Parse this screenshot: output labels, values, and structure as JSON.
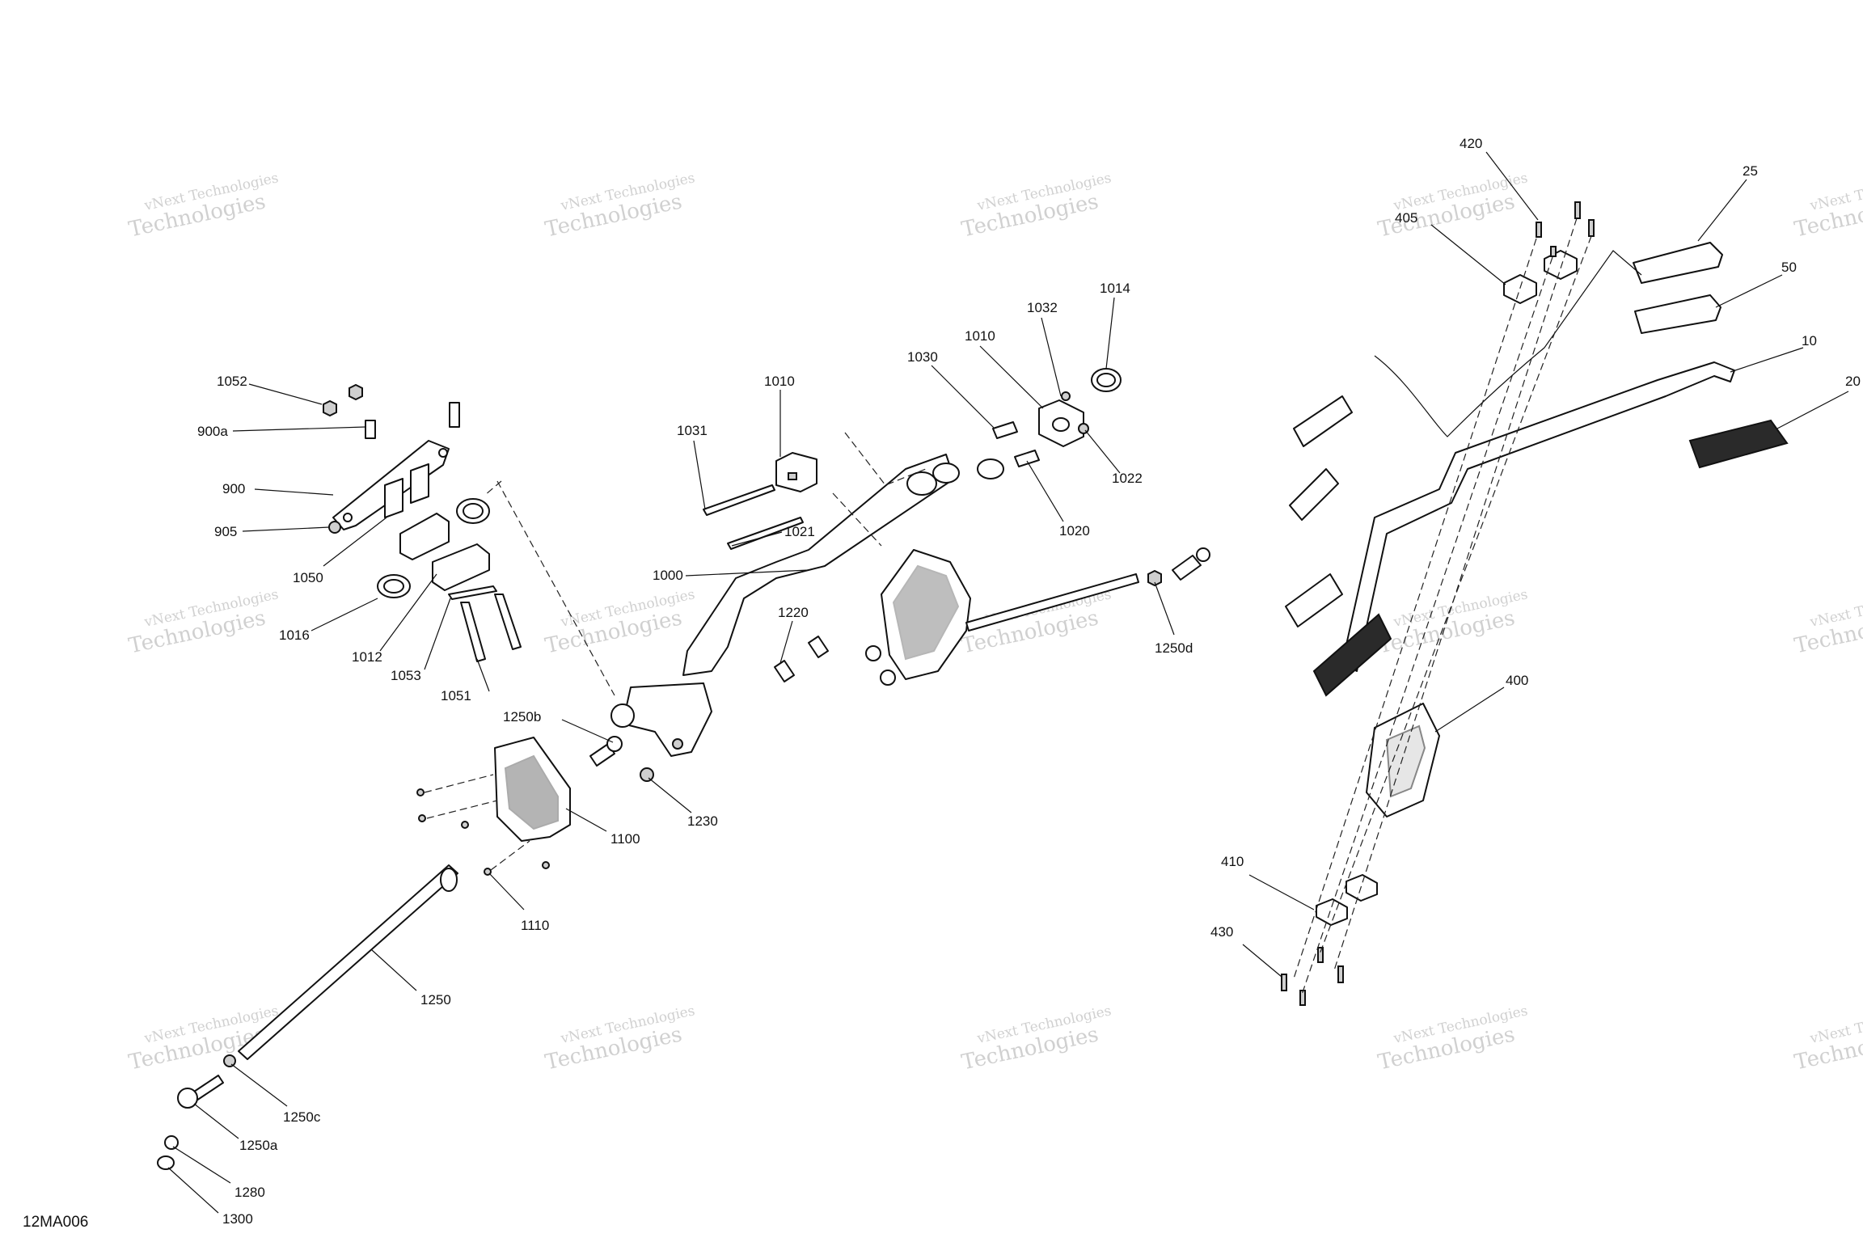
{
  "figure_code": "12MA006",
  "watermark": {
    "line1": "vNext Technologies",
    "line2": "vNext",
    "line3": "Technologies"
  },
  "callouts": [
    {
      "id": "1052",
      "label": "1052"
    },
    {
      "id": "900a",
      "label": "900a"
    },
    {
      "id": "900",
      "label": "900"
    },
    {
      "id": "905",
      "label": "905"
    },
    {
      "id": "1050",
      "label": "1050"
    },
    {
      "id": "1016",
      "label": "1016"
    },
    {
      "id": "1012",
      "label": "1012"
    },
    {
      "id": "1053",
      "label": "1053"
    },
    {
      "id": "1051",
      "label": "1051"
    },
    {
      "id": "1031",
      "label": "1031"
    },
    {
      "id": "1010a",
      "label": "1010"
    },
    {
      "id": "1021",
      "label": "1021"
    },
    {
      "id": "1000",
      "label": "1000"
    },
    {
      "id": "1030",
      "label": "1030"
    },
    {
      "id": "1010b",
      "label": "1010"
    },
    {
      "id": "1032",
      "label": "1032"
    },
    {
      "id": "1014",
      "label": "1014"
    },
    {
      "id": "1022",
      "label": "1022"
    },
    {
      "id": "1020",
      "label": "1020"
    },
    {
      "id": "1220",
      "label": "1220"
    },
    {
      "id": "1250b",
      "label": "1250b"
    },
    {
      "id": "1230",
      "label": "1230"
    },
    {
      "id": "1100",
      "label": "1100"
    },
    {
      "id": "1110",
      "label": "1110"
    },
    {
      "id": "1250",
      "label": "1250"
    },
    {
      "id": "1250c",
      "label": "1250c"
    },
    {
      "id": "1250a",
      "label": "1250a"
    },
    {
      "id": "1280",
      "label": "1280"
    },
    {
      "id": "1300",
      "label": "1300"
    },
    {
      "id": "1250d",
      "label": "1250d"
    },
    {
      "id": "420",
      "label": "420"
    },
    {
      "id": "405",
      "label": "405"
    },
    {
      "id": "25",
      "label": "25"
    },
    {
      "id": "50",
      "label": "50"
    },
    {
      "id": "10",
      "label": "10"
    },
    {
      "id": "20",
      "label": "20"
    },
    {
      "id": "400",
      "label": "400"
    },
    {
      "id": "410",
      "label": "410"
    },
    {
      "id": "430",
      "label": "430"
    }
  ]
}
